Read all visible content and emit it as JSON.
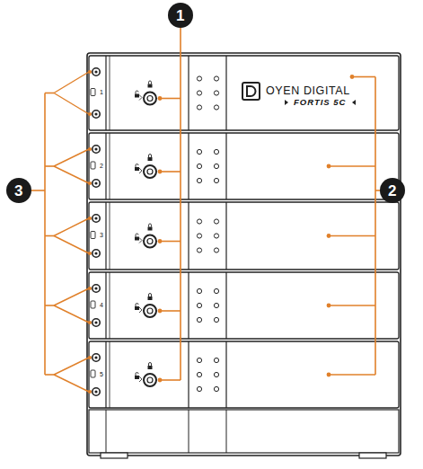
{
  "diagram": {
    "labels": [
      "1",
      "OYEN DIGITAL",
      "FORTIS 5C",
      "1",
      "2",
      "3",
      "4",
      "5",
      "3",
      "2"
    ]
  }
}
